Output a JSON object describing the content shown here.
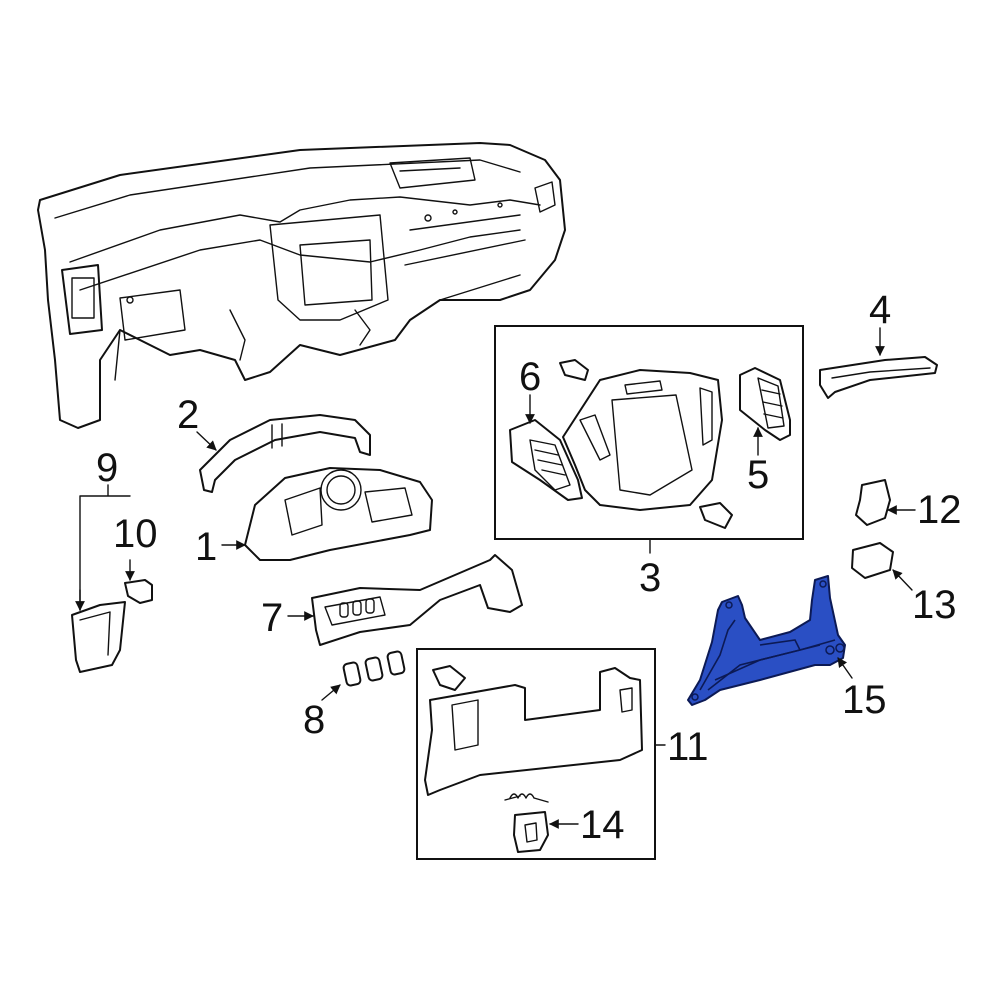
{
  "diagram": {
    "type": "exploded-parts-diagram",
    "subject": "Instrument panel (dashboard) components",
    "highlight_color": "#2a4fc4",
    "highlighted_part": "15",
    "callouts": [
      {
        "id": "1",
        "label": "1",
        "part": "instrument-cluster-bezel"
      },
      {
        "id": "2",
        "label": "2",
        "part": "cluster-upper-trim"
      },
      {
        "id": "3",
        "label": "3",
        "part": "center-bezel-assembly"
      },
      {
        "id": "4",
        "label": "4",
        "part": "right-trim-strip"
      },
      {
        "id": "5",
        "label": "5",
        "part": "right-air-vent"
      },
      {
        "id": "6",
        "label": "6",
        "part": "left-air-vent"
      },
      {
        "id": "7",
        "label": "7",
        "part": "switch-panel-bezel"
      },
      {
        "id": "8",
        "label": "8",
        "part": "switch-caps"
      },
      {
        "id": "9",
        "label": "9",
        "part": "side-cover-assembly"
      },
      {
        "id": "10",
        "label": "10",
        "part": "side-cover-clip"
      },
      {
        "id": "11",
        "label": "11",
        "part": "lower-panel-assembly"
      },
      {
        "id": "12",
        "label": "12",
        "part": "clip-upper"
      },
      {
        "id": "13",
        "label": "13",
        "part": "clip-lower"
      },
      {
        "id": "14",
        "label": "14",
        "part": "release-handle"
      },
      {
        "id": "15",
        "label": "15",
        "part": "knee-bolster-reinforcement"
      }
    ]
  }
}
